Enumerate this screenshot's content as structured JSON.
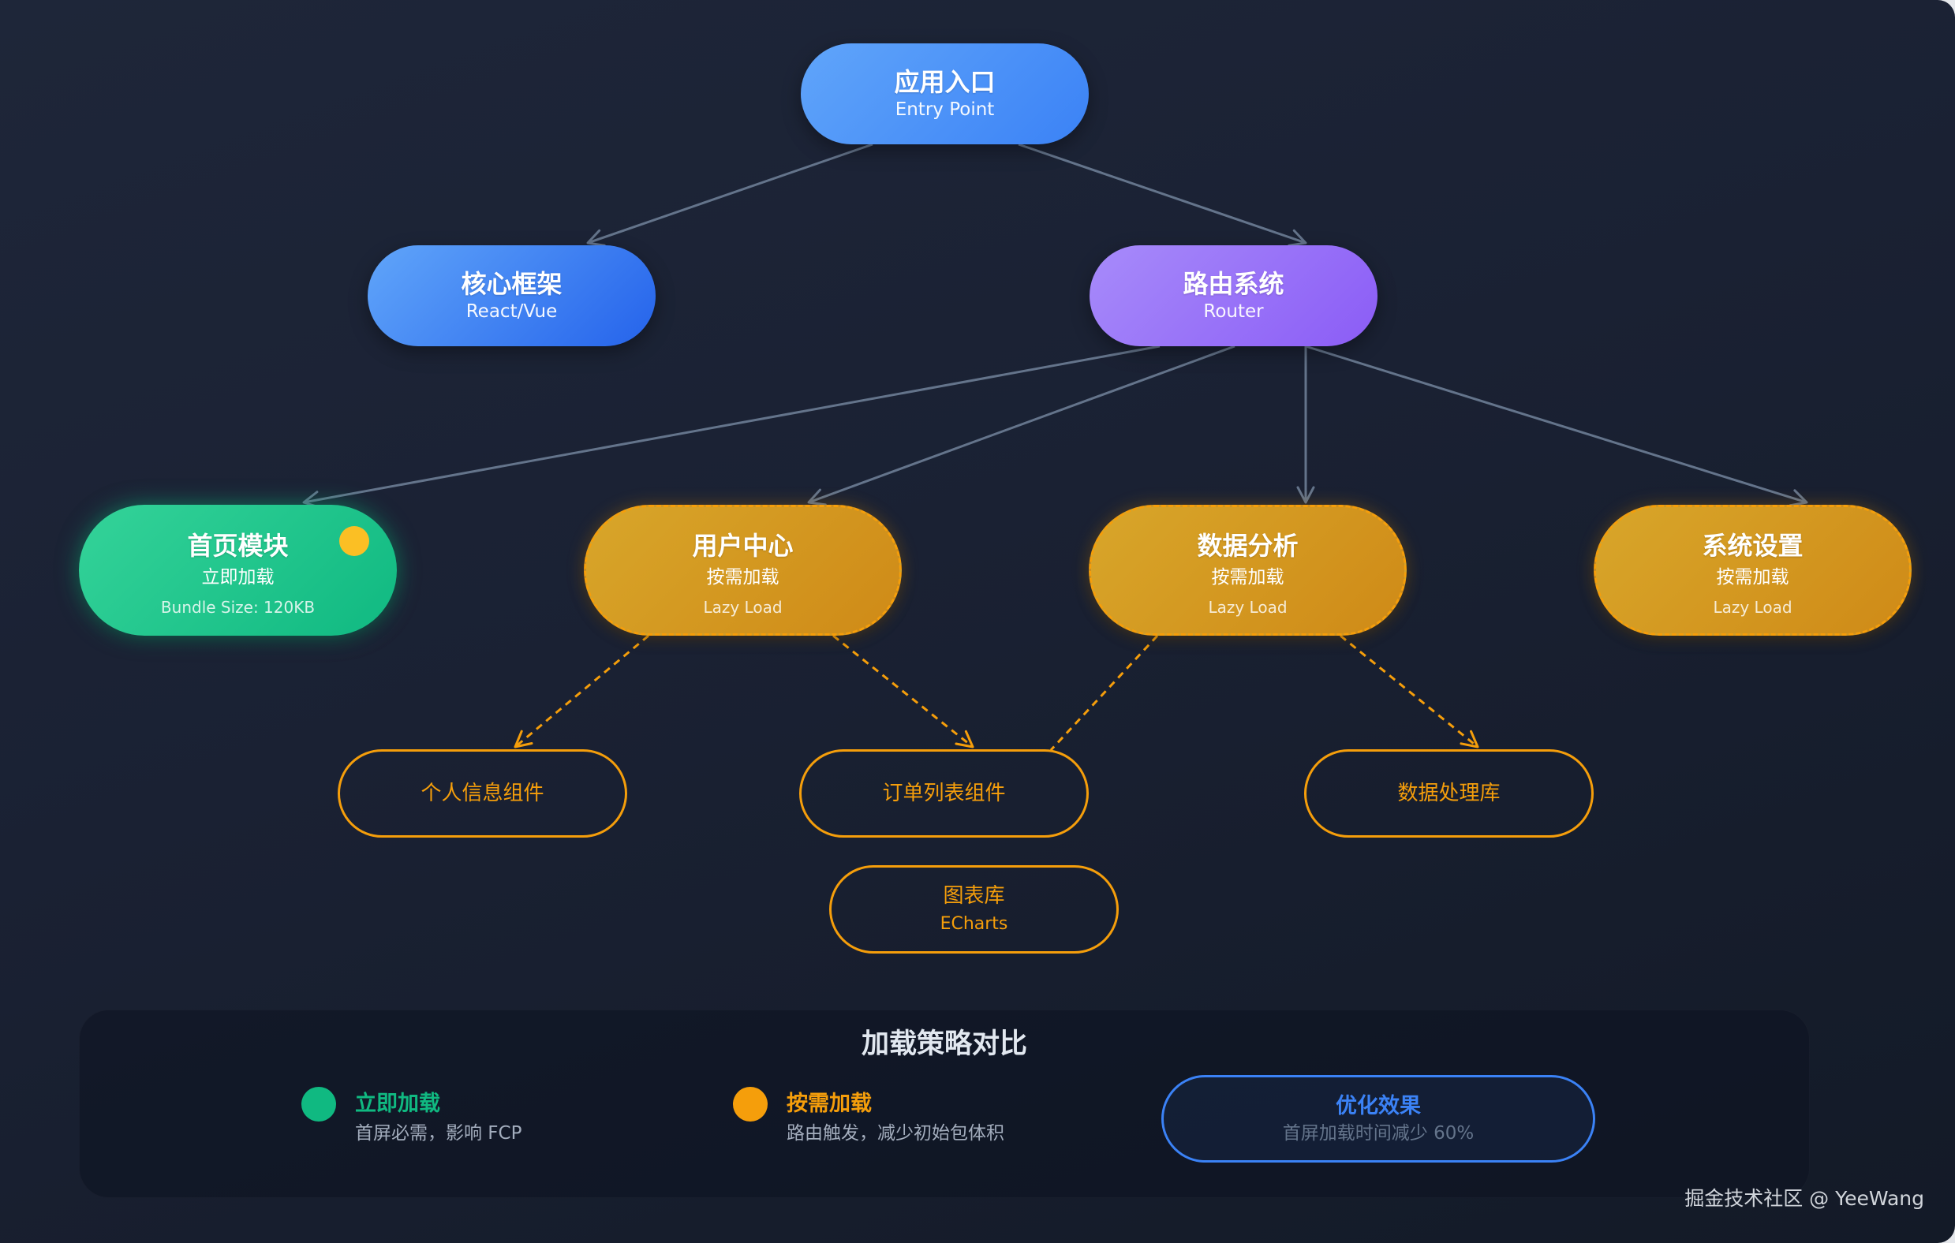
{
  "colors": {
    "blue": "#3b82f6",
    "purple": "#8b5cf6",
    "green": "#10b981",
    "orange": "#f59e0b",
    "yellow": "#fbbf24",
    "gray": "#64748b"
  },
  "nodes": {
    "entry": {
      "title": "应用入口",
      "subtitle": "Entry Point"
    },
    "core": {
      "title": "核心框架",
      "subtitle": "React/Vue"
    },
    "router": {
      "title": "路由系统",
      "subtitle": "Router"
    },
    "home": {
      "title": "首页模块",
      "load": "立即加载",
      "detail": "Bundle Size: 120KB"
    },
    "user": {
      "title": "用户中心",
      "load": "按需加载",
      "detail": "Lazy Load"
    },
    "analytics": {
      "title": "数据分析",
      "load": "按需加载",
      "detail": "Lazy Load"
    },
    "settings": {
      "title": "系统设置",
      "load": "按需加载",
      "detail": "Lazy Load"
    },
    "profile": {
      "title": "个人信息组件"
    },
    "orders": {
      "title": "订单列表组件"
    },
    "processing": {
      "title": "数据处理库"
    },
    "charts": {
      "title": "图表库",
      "subtitle": "ECharts"
    }
  },
  "legend": {
    "title": "加载策略对比",
    "items": [
      {
        "label": "立即加载",
        "desc": "首屏必需，影响 FCP"
      },
      {
        "label": "按需加载",
        "desc": "路由触发，减少初始包体积"
      }
    ],
    "highlight": {
      "label": "优化效果",
      "desc": "首屏加载时间减少 60%"
    }
  },
  "watermark": "掘金技术社区 @ YeeWang"
}
